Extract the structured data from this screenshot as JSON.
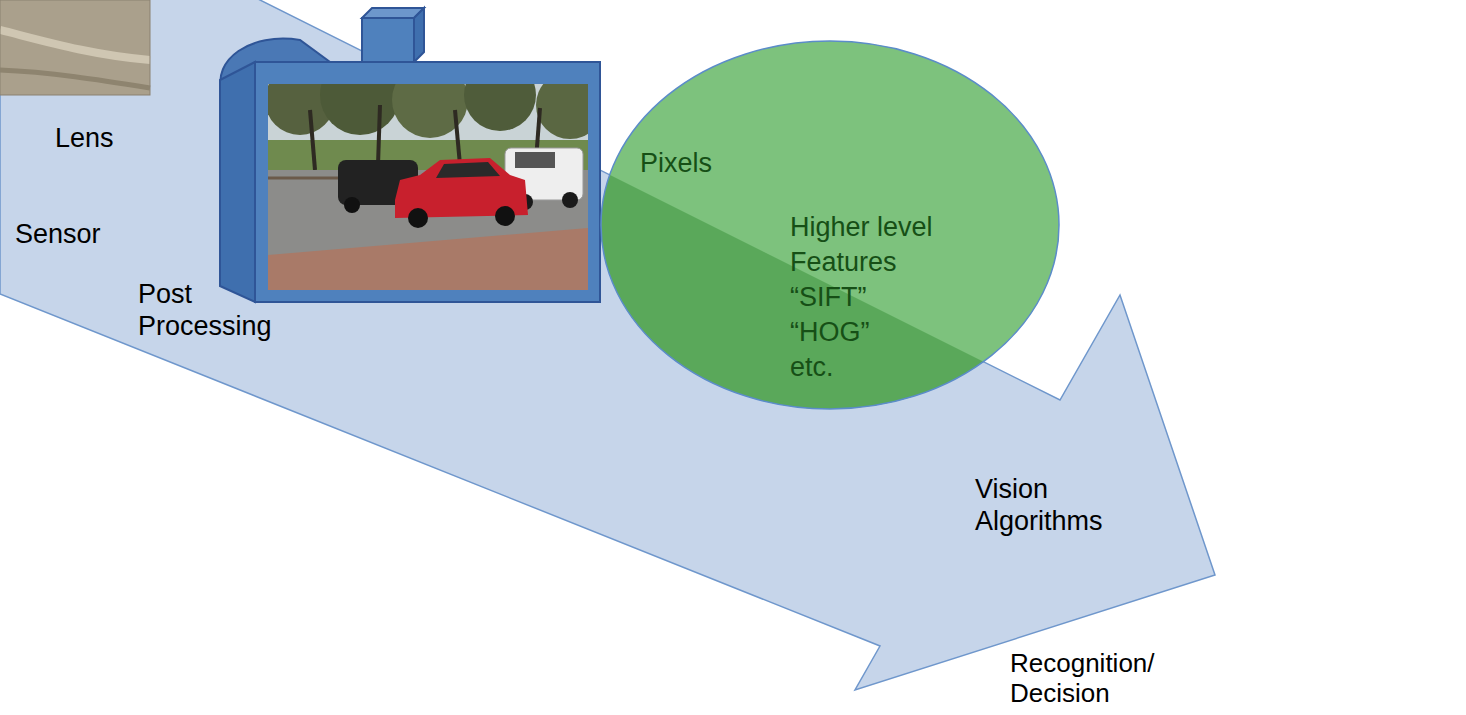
{
  "diagram": {
    "nodes": [
      {
        "text": [
          "Pixels",
          "Higher level Features “SIFT” “HOG” etc."
        ]
      }
    ],
    "labels": [
      "Lens",
      "Sensor",
      "Post Processing",
      "Vision Algorithms",
      "Recognition/ Decision"
    ]
  }
}
